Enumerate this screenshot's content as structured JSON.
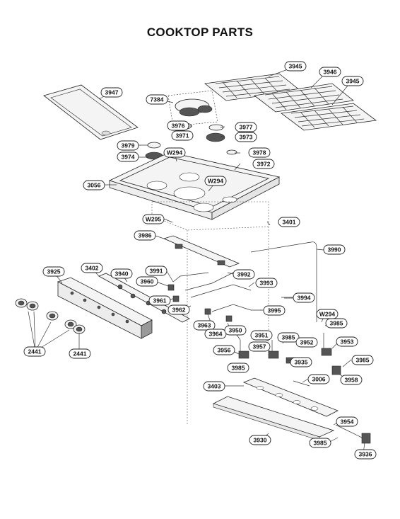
{
  "title": "COOKTOP PARTS",
  "labels": {
    "l3945a": "3945",
    "l3946": "3946",
    "l3945b": "3945",
    "l3947": "3947",
    "l7384": "7384",
    "l3976": "3976",
    "l3977": "3977",
    "l3971": "3971",
    "l3973": "3973",
    "l3979": "3979",
    "lW294a": "W294",
    "l3978": "3978",
    "l3974": "3974",
    "l3972": "3972",
    "l3056": "3056",
    "lW294b": "W294",
    "lW295": "W295",
    "l3401": "3401",
    "l3986": "3986",
    "l3990": "3990",
    "l3925": "3925",
    "l3402": "3402",
    "l3940": "3940",
    "l3991": "3991",
    "l3992": "3992",
    "l3960": "3960",
    "l3993": "3993",
    "l3961": "3961",
    "l3994": "3994",
    "l3962": "3962",
    "l3995": "3995",
    "lW294c": "W294",
    "l3963": "3963",
    "l3964": "3964",
    "l3985a": "3985",
    "l3950": "3950",
    "l3951": "3951",
    "l3985b": "3985",
    "l3952": "3952",
    "l3953": "3953",
    "l3956": "3956",
    "l3957": "3957",
    "l3935": "3935",
    "l3985c": "3985",
    "l3985d": "3985",
    "l3958": "3958",
    "l2441a": "2441",
    "l2441b": "2441",
    "l3006": "3006",
    "l3403": "3403",
    "l3954": "3954",
    "l3930": "3930",
    "l3985e": "3985",
    "l3936": "3936"
  }
}
